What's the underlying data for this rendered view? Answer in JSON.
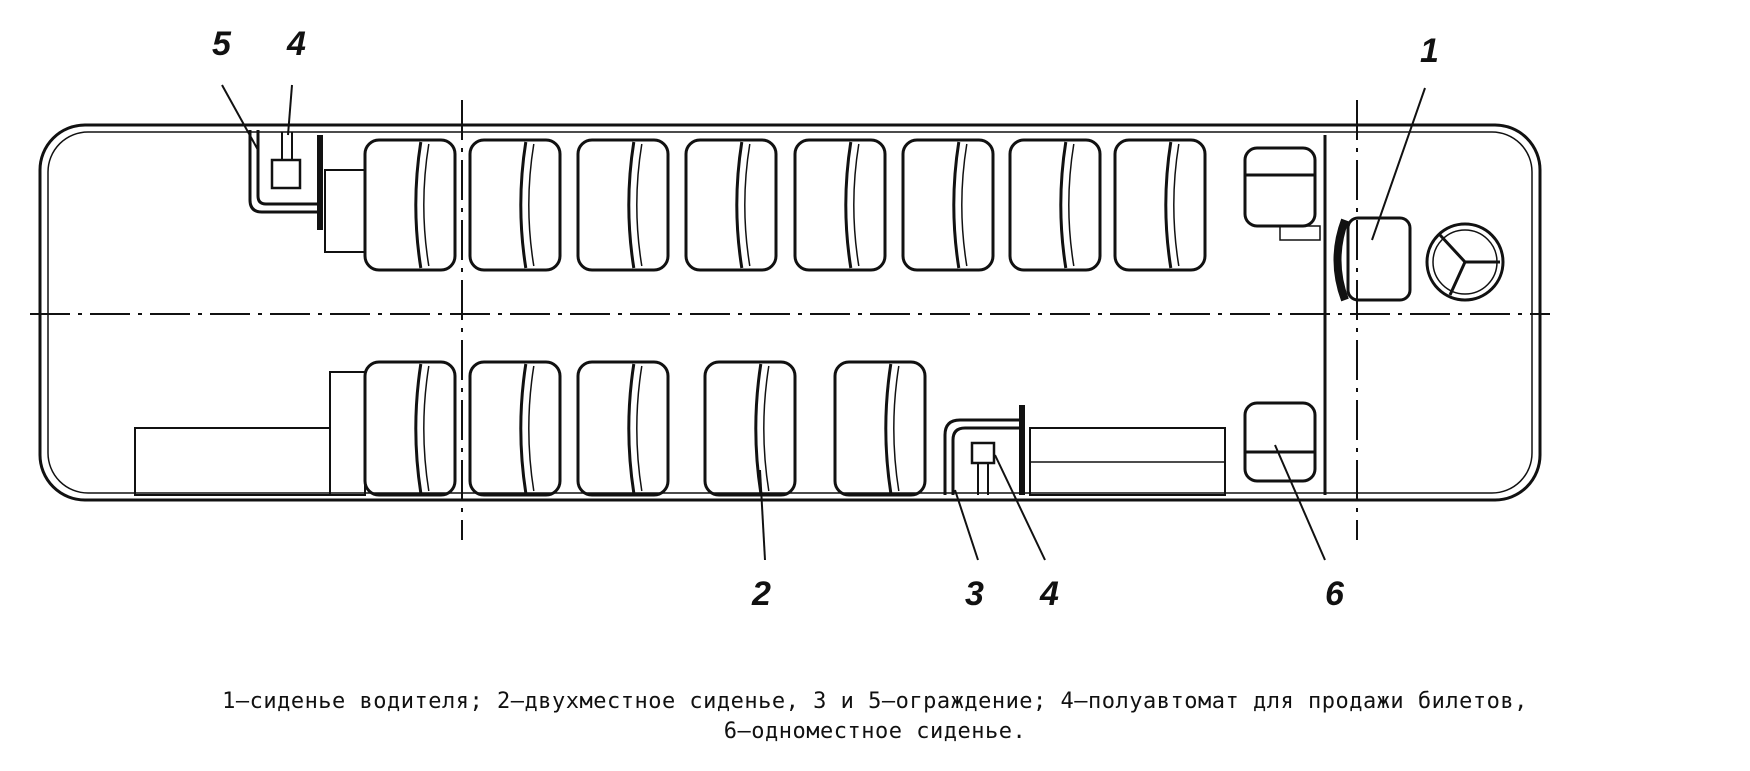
{
  "callouts": {
    "driver_seat": "1",
    "double_seat": "2",
    "guard_front": "3",
    "ticket_machine_front": "4",
    "guard_rear": "5",
    "ticket_machine_rear": "4",
    "single_seat": "6"
  },
  "caption": {
    "line1": "1—сиденье водителя; 2—двухместное сиденье, 3 и 5—ограждение; 4—полуавтомат для продажи билетов,",
    "line2": "6—одноместное сиденье."
  }
}
